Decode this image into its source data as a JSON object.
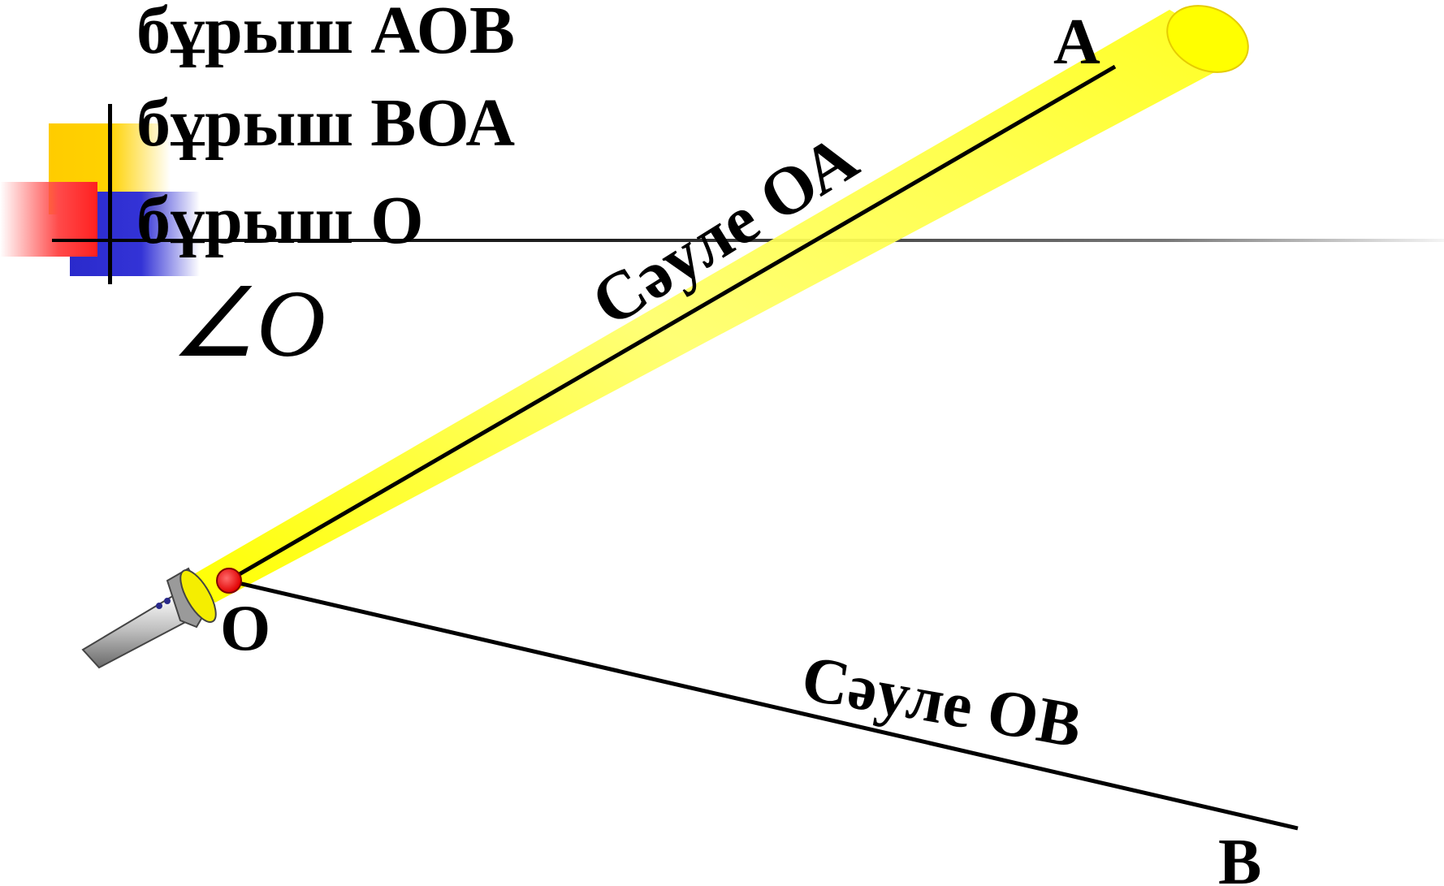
{
  "angle_names": [
    "бұрыш АОВ",
    "бұрыш ВОА",
    "бұрыш О"
  ],
  "angle_symbol": "∠O",
  "points": {
    "A": "А",
    "O": "О",
    "B": "В"
  },
  "rays": {
    "oa": "Сәуле ОА",
    "ob": "Сәуле ОВ"
  },
  "colors": {
    "beam": "#ffff33",
    "vertex_dot": "#ff0000",
    "deco_yellow": "#ffcc00",
    "deco_blue": "#2a2acc",
    "deco_red": "#ff3333"
  },
  "icons": {
    "flashlight": "flashlight-icon"
  }
}
